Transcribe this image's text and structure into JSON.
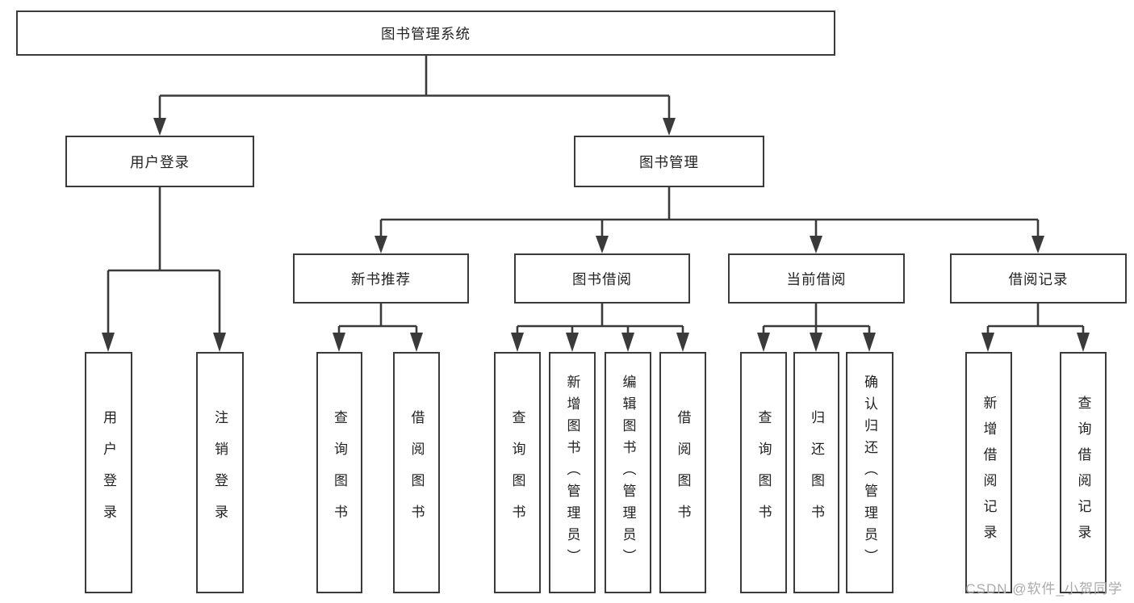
{
  "diagram": {
    "root": {
      "label": "图书管理系统"
    },
    "level2": [
      {
        "label": "用户登录"
      },
      {
        "label": "图书管理"
      }
    ],
    "level3": [
      {
        "label": "新书推荐"
      },
      {
        "label": "图书借阅"
      },
      {
        "label": "当前借阅"
      },
      {
        "label": "借阅记录"
      }
    ],
    "leaves": {
      "user_login": [
        "用户登录",
        "注销登录"
      ],
      "new_books": [
        "查询图书",
        "借阅图书"
      ],
      "book_borrow": [
        "查询图书",
        "新增图书（管理员）",
        "编辑图书（管理员）",
        "借阅图书"
      ],
      "current_borrow": [
        "查询图书",
        "归还图书",
        "确认归还（管理员）"
      ],
      "borrow_records": [
        "新增借阅记录",
        "查询借阅记录"
      ]
    }
  },
  "watermark": "CSDN @软件_小贺同学",
  "colors": {
    "line": "#3a3a3a",
    "text": "#222222",
    "watermark": "#ababab",
    "background": "#ffffff"
  }
}
